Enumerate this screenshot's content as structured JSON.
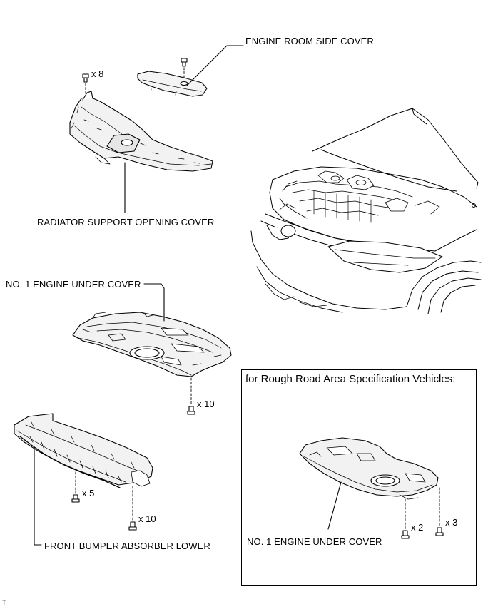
{
  "labels": {
    "engine_room_side_cover": "ENGINE ROOM SIDE COVER",
    "radiator_support_opening_cover": "RADIATOR SUPPORT OPENING COVER",
    "no1_engine_under_cover": "NO. 1 ENGINE UNDER COVER",
    "front_bumper_absorber_lower": "FRONT BUMPER ABSORBER LOWER"
  },
  "quantities": {
    "radiator_clips": "x 8",
    "engine_under_cover_bolts": "x 10",
    "absorber_clips": "x 5",
    "absorber_bolts": "x 10"
  },
  "inset": {
    "title": "for Rough Road Area Specification Vehicles:",
    "part_label": "NO. 1 ENGINE UNDER COVER",
    "qty_left": "x 2",
    "qty_right": "x 3"
  },
  "corner_mark": "T"
}
